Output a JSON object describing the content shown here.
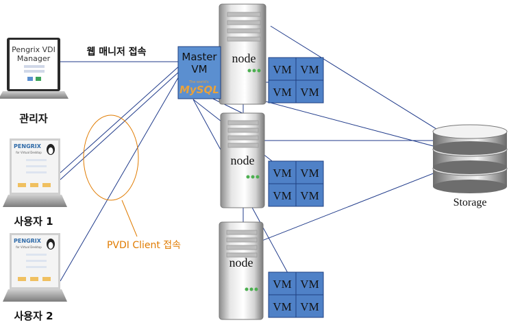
{
  "manager_laptop": {
    "title_line1": "Pengrix VDI",
    "title_line2": "Manager",
    "caption": "관리자"
  },
  "web_label": "웹 매니저 접속",
  "client_label": "PVDI Client 접속",
  "client_laptops": [
    {
      "brand": "PENGRIX",
      "subtitle": "for Virtual Desktop",
      "caption": "사용자 1"
    },
    {
      "brand": "PENGRIX",
      "subtitle": "for Virtual Desktop",
      "caption": "사용자 2"
    }
  ],
  "master_vm": {
    "line1": "Master",
    "line2": "VM",
    "db_logo": "MySQL",
    "db_logo_tagline": "The world's"
  },
  "nodes": [
    {
      "label": "node",
      "vms": [
        "VM",
        "VM",
        "VM",
        "VM"
      ]
    },
    {
      "label": "node",
      "vms": [
        "VM",
        "VM",
        "VM",
        "VM"
      ]
    },
    {
      "label": "node",
      "vms": [
        "VM",
        "VM",
        "VM",
        "VM"
      ]
    }
  ],
  "storage": {
    "label": "Storage"
  },
  "colors": {
    "line": "#1f3a8a",
    "vm_fill": "#4f81c7",
    "vm_border": "#1f3f80",
    "master_fill": "#5b8fd0",
    "client_label": "#e07b00",
    "ellipse": "#e07b00"
  },
  "icons": {
    "server": "server-tower-icon",
    "storage": "storage-cylinder-icon",
    "laptop": "laptop-icon",
    "penguin": "penguin-logo-icon"
  }
}
